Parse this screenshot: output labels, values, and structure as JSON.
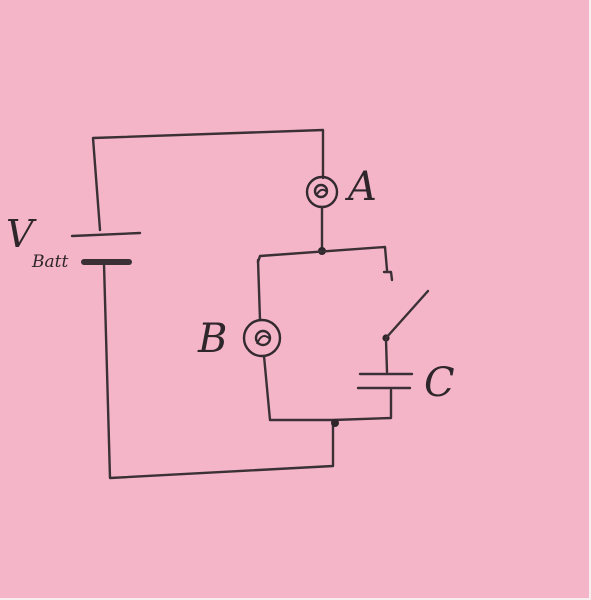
{
  "diagram": {
    "labels": {
      "battery_main": "V",
      "battery_sub": "Batt",
      "bulb_a": "A",
      "bulb_b": "B",
      "capacitor_c": "C"
    },
    "colors": {
      "paper": "#f4b5c8",
      "ink": "#3a3036"
    }
  }
}
